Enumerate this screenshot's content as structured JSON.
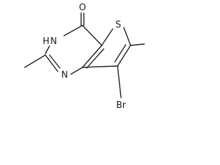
{
  "structure": {
    "atoms": {
      "oxygen": "O",
      "sulfur": "S",
      "nh_nitrogen": "N",
      "nh_hydrogen": "H",
      "ring_nitrogen": "N",
      "bromine": "Br"
    },
    "colors": {
      "bond": "#1a1a1a",
      "text": "#1a1a1a",
      "background": "#ffffff"
    }
  }
}
